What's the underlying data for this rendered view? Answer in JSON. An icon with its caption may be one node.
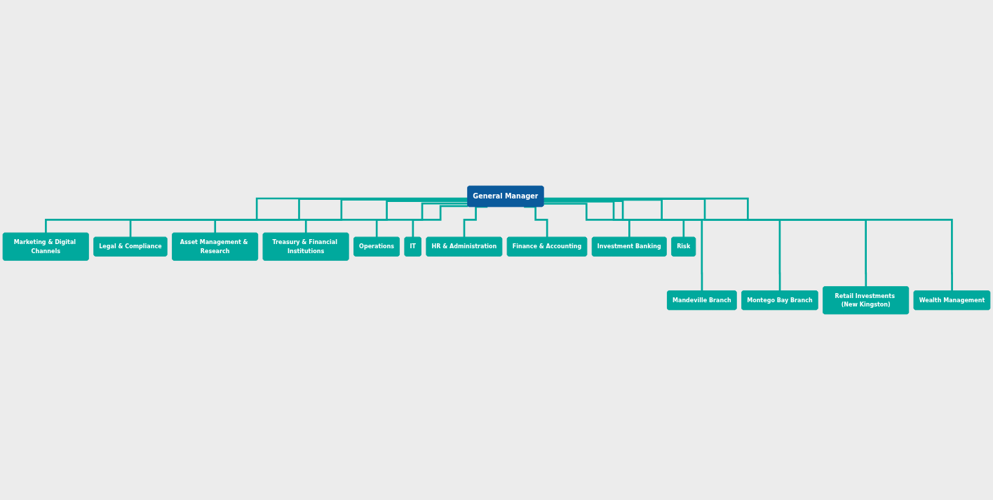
{
  "diagram": {
    "nodes": [
      {
        "text": [
          "General Manager"
        ]
      },
      {
        "text": [
          "Marketing & Digital Channels"
        ]
      },
      {
        "text": [
          "Legal & Compliance"
        ]
      },
      {
        "text": [
          "Asset Management & Research"
        ]
      },
      {
        "text": [
          "Treasury & Financial Institutions"
        ]
      },
      {
        "text": [
          "Operations"
        ]
      },
      {
        "text": [
          "IT"
        ]
      },
      {
        "text": [
          "HR & Administration"
        ]
      },
      {
        "text": [
          "Finance & Accounting"
        ]
      },
      {
        "text": [
          "Investment Banking"
        ]
      },
      {
        "text": [
          "Risk"
        ]
      },
      {
        "text": [
          "Mandeville Branch"
        ]
      },
      {
        "text": [
          "Montego Bay Branch"
        ]
      },
      {
        "text": [
          "Retail Investments (New Kingston)"
        ]
      },
      {
        "text": [
          "Wealth Management"
        ]
      }
    ],
    "edges": [
      {
        "from": 0,
        "to": 1,
        "arrow": "none"
      },
      {
        "from": 0,
        "to": 2,
        "arrow": "none"
      },
      {
        "from": 0,
        "to": 3,
        "arrow": "none"
      },
      {
        "from": 0,
        "to": 4,
        "arrow": "none"
      },
      {
        "from": 0,
        "to": 5,
        "arrow": "none"
      },
      {
        "from": 0,
        "to": 6,
        "arrow": "none"
      },
      {
        "from": 0,
        "to": 7,
        "arrow": "none"
      },
      {
        "from": 0,
        "to": 8,
        "arrow": "none"
      },
      {
        "from": 0,
        "to": 9,
        "arrow": "none"
      },
      {
        "from": 0,
        "to": 10,
        "arrow": "none"
      },
      {
        "from": 0,
        "to": 11,
        "arrow": "none"
      },
      {
        "from": 0,
        "to": 12,
        "arrow": "none"
      },
      {
        "from": 0,
        "to": 13,
        "arrow": "none"
      },
      {
        "from": 0,
        "to": 14,
        "arrow": "none"
      }
    ]
  }
}
